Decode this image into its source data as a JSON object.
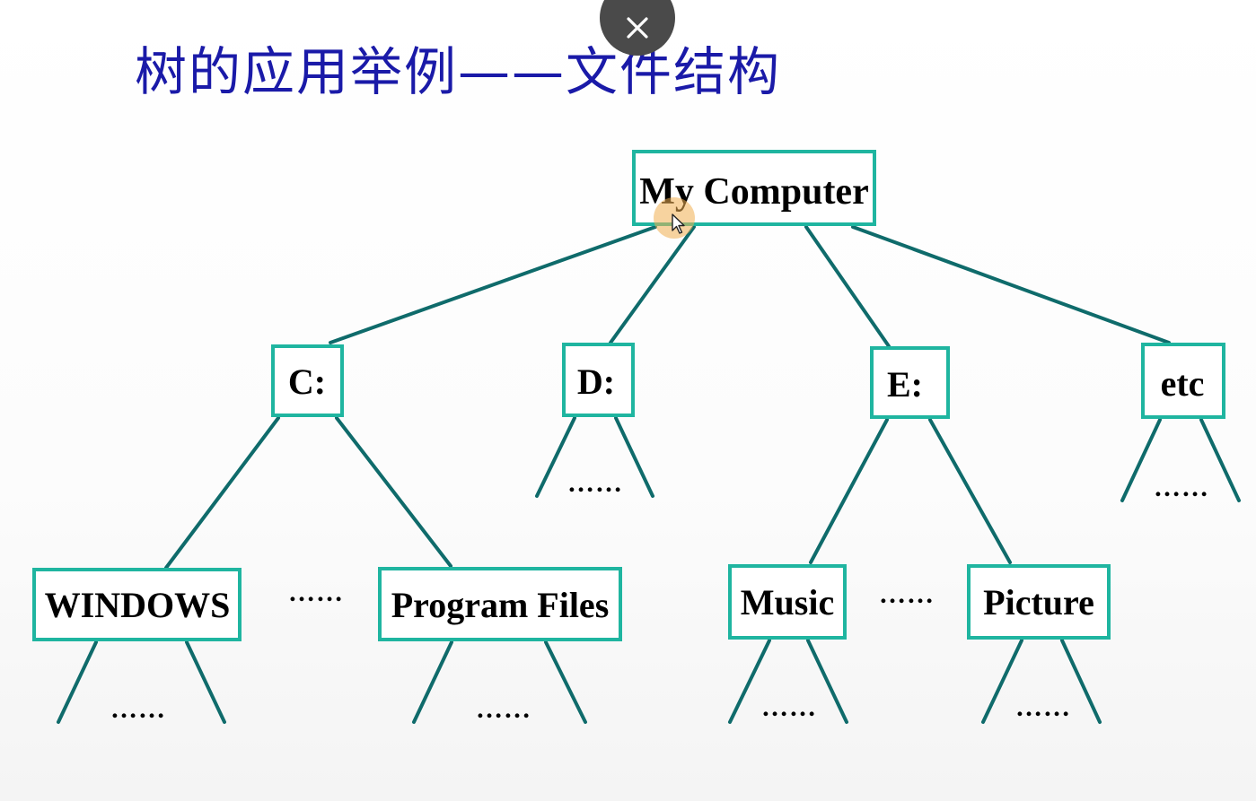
{
  "title": "树的应用举例——文件结构",
  "close_icon": "close-icon",
  "colors": {
    "title": "#1a1aa8",
    "node_border": "#1fb5a0",
    "edge": "#0f6b6b",
    "close_button_bg": "#4a4a4a"
  },
  "tree": {
    "root": "My Computer",
    "drives": [
      "C:",
      "D:",
      "E:",
      "etc"
    ],
    "c_children": [
      "WINDOWS",
      "Program Files"
    ],
    "e_children": [
      "Music",
      "Picture"
    ],
    "ellipsis": "……"
  }
}
